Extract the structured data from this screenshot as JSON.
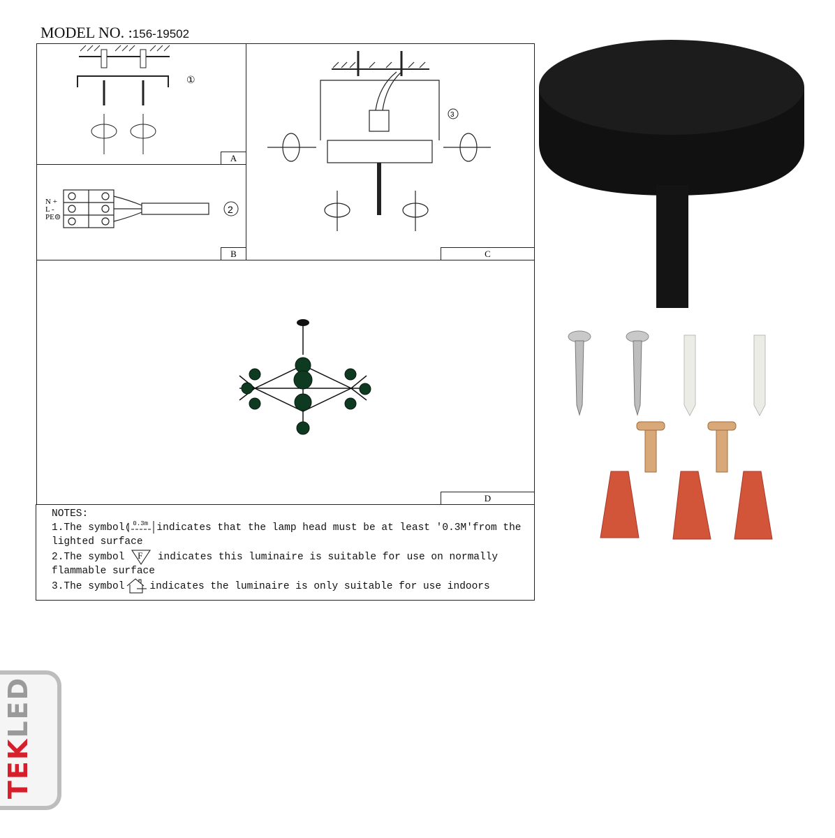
{
  "header": {
    "model_label": "MODEL NO. :",
    "model_number": "156-19502"
  },
  "panels": {
    "a": {
      "tag": "A",
      "step": "①"
    },
    "b": {
      "tag": "B",
      "step": "2",
      "terminals": [
        "N +",
        "L -",
        "PE⊜"
      ]
    },
    "c": {
      "tag": "C",
      "step": "3"
    },
    "d": {
      "tag": "D"
    }
  },
  "notes": {
    "title": "NOTES:",
    "items": [
      {
        "prefix": "1.The symbol",
        "symbol_text": "0.3m",
        "suffix": "indicates that the lamp head must be at least '0.3M'from the lighted surface"
      },
      {
        "prefix": "2.The symbol",
        "symbol_text": "F",
        "suffix": "indicates this luminaire is suitable for use on normally flammable surface"
      },
      {
        "prefix": "3.The symbol",
        "suffix": "indicates the luminaire is only suitable for use indoors"
      }
    ]
  },
  "logo": {
    "text": "TEKLED",
    "colors": {
      "red": "#d71f2c",
      "grey": "#9a9a9a"
    }
  },
  "colors": {
    "canopy": "#151515",
    "wire_nut": "#d2553a",
    "lamp_globe": "#0e3a22"
  }
}
